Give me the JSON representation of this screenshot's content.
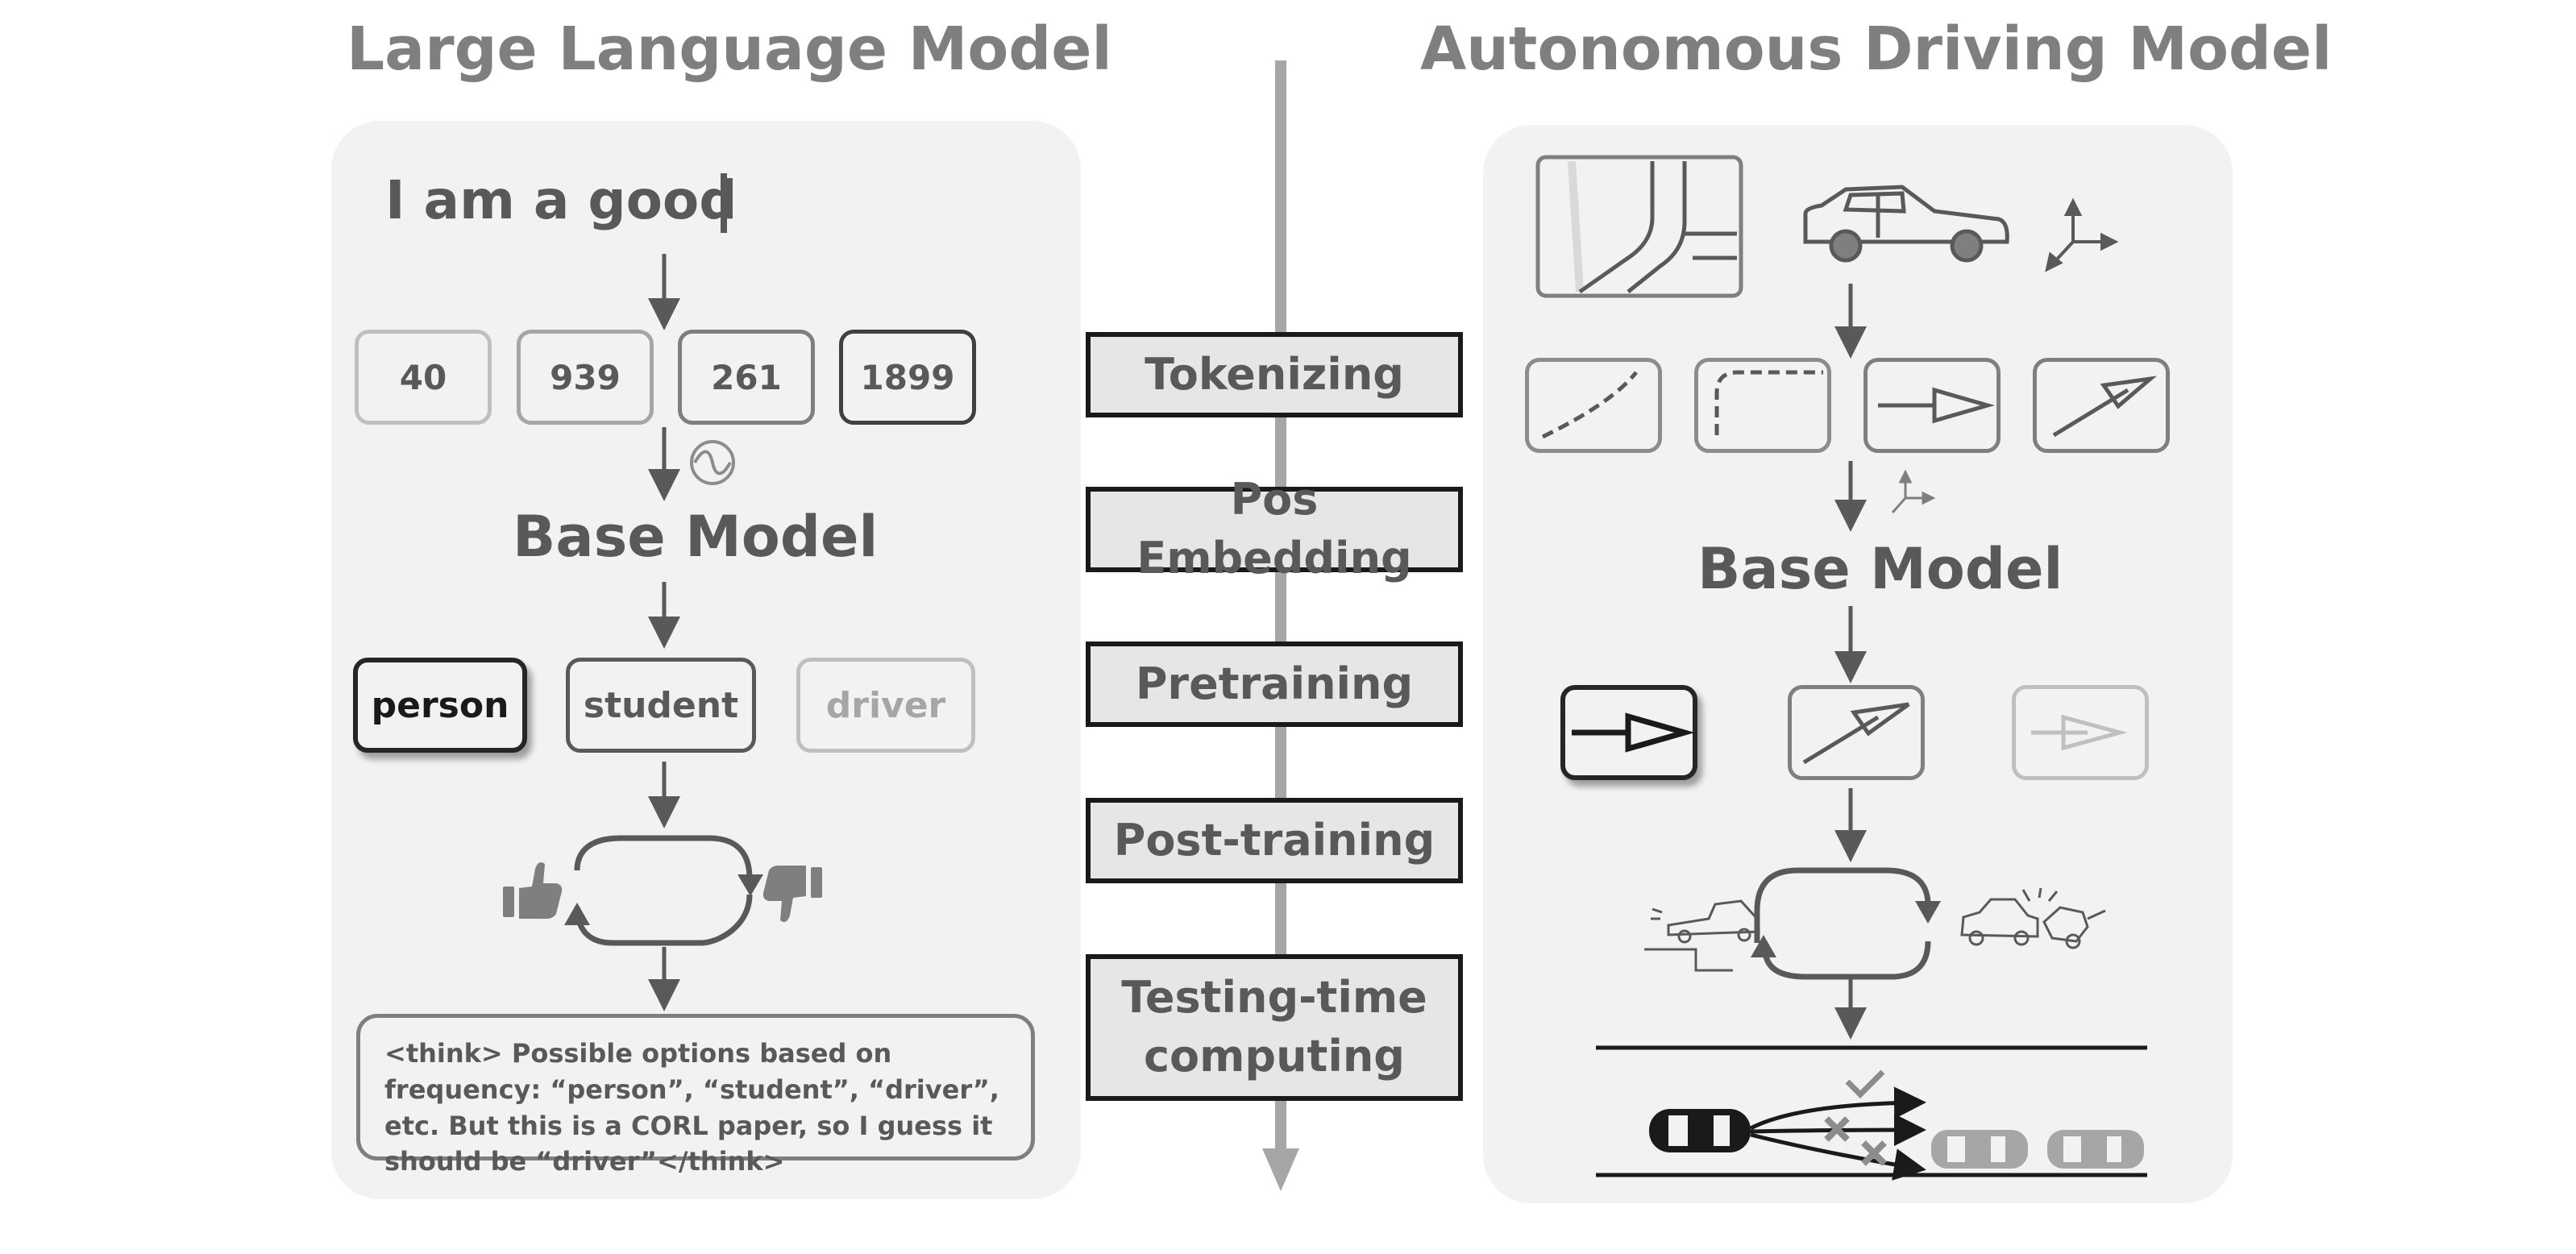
{
  "llm": {
    "title": "Large Language Model",
    "input_text": "I am a good",
    "tokens": [
      "40",
      "939",
      "261",
      "1899"
    ],
    "base_model": "Base Model",
    "candidates": [
      "person",
      "student",
      "driver"
    ],
    "think_text": "<think> Possible options based on frequency: “person”, “student”, “driver”, etc. But this is a CORL paper, so I guess it should be “driver”</think>"
  },
  "stages": [
    "Tokenizing",
    "Pos Embedding",
    "Pretraining",
    "Post-training",
    "Testing-time computing"
  ],
  "ad": {
    "title": "Autonomous Driving Model",
    "base_model": "Base Model"
  },
  "colors": {
    "panel": "#f2f2f2",
    "title": "#7f7f7f",
    "text": "#595959",
    "stage_fill": "#e6e6e6",
    "stage_border": "#1a1a1a",
    "timeline": "#a6a6a6"
  },
  "icons": [
    "cursor-icon",
    "position-encoding-icon",
    "thumbs-up-icon",
    "thumbs-down-icon",
    "map-icon",
    "car-icon",
    "axes-icon",
    "curve-trajectory-icon",
    "dashed-turn-icon",
    "straight-arrow-icon",
    "diagonal-arrow-icon",
    "car-cliff-icon",
    "car-crash-icon",
    "checkmark-icon",
    "cross-icon"
  ]
}
